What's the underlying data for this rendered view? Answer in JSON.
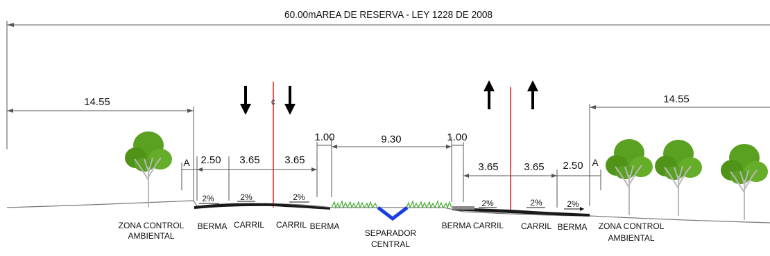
{
  "title": "60.00mAREA DE RESERVA - LEY 1228 DE 2008",
  "dims": {
    "left_zone": "14.55",
    "right_zone": "14.55",
    "a_left": "A",
    "a_right": "A",
    "berma_left": "2.50",
    "carril_l1": "3.65",
    "carril_l2": "3.65",
    "shoulder_inner_left": "1.00",
    "median": "9.30",
    "shoulder_inner_right": "1.00",
    "carril_r1": "3.65",
    "carril_r2": "3.65",
    "berma_right": "2.50"
  },
  "slopes": {
    "s1": "2%",
    "s2": "2%",
    "s3": "2%",
    "s4": "2%",
    "s5": "2%",
    "s6": "2%"
  },
  "labels": {
    "zona_left_1": "ZONA CONTROL",
    "zona_left_2": "AMBIENTAL",
    "berma_1": "BERMA",
    "carril_1": "CARRIL",
    "carril_2": "CARRIL",
    "berma_2": "BERMA",
    "separador_1": "SEPARADOR",
    "separador_2": "CENTRAL",
    "berma_3": "BERMA",
    "carril_3": "CARRIL",
    "carril_4": "CARRIL",
    "berma_4": "BERMA",
    "zona_right_1": "ZONA CONTROL",
    "zona_right_2": "AMBIENTAL"
  },
  "centerline_mark": "¢",
  "colors": {
    "line": "#555555",
    "centerline": "#e0201a",
    "pavement": "#1a1a1a",
    "grass": "#4caf3a",
    "ditch": "#1a3ee0",
    "tree_leaf": "#5aa021",
    "tree_trunk": "#b8b8b8"
  }
}
